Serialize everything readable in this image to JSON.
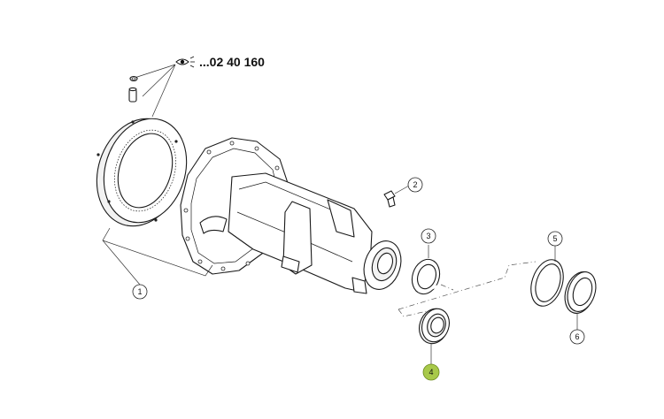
{
  "reference": {
    "label": "...02 40 160",
    "icon": "eye-reference-icon"
  },
  "callouts": [
    {
      "number": "1",
      "highlighted": false
    },
    {
      "number": "2",
      "highlighted": false
    },
    {
      "number": "3",
      "highlighted": false
    },
    {
      "number": "4",
      "highlighted": true
    },
    {
      "number": "5",
      "highlighted": false
    },
    {
      "number": "6",
      "highlighted": false
    }
  ],
  "colors": {
    "highlight": "#a8c94a",
    "line": "#1a1a1a",
    "background": "#ffffff"
  }
}
